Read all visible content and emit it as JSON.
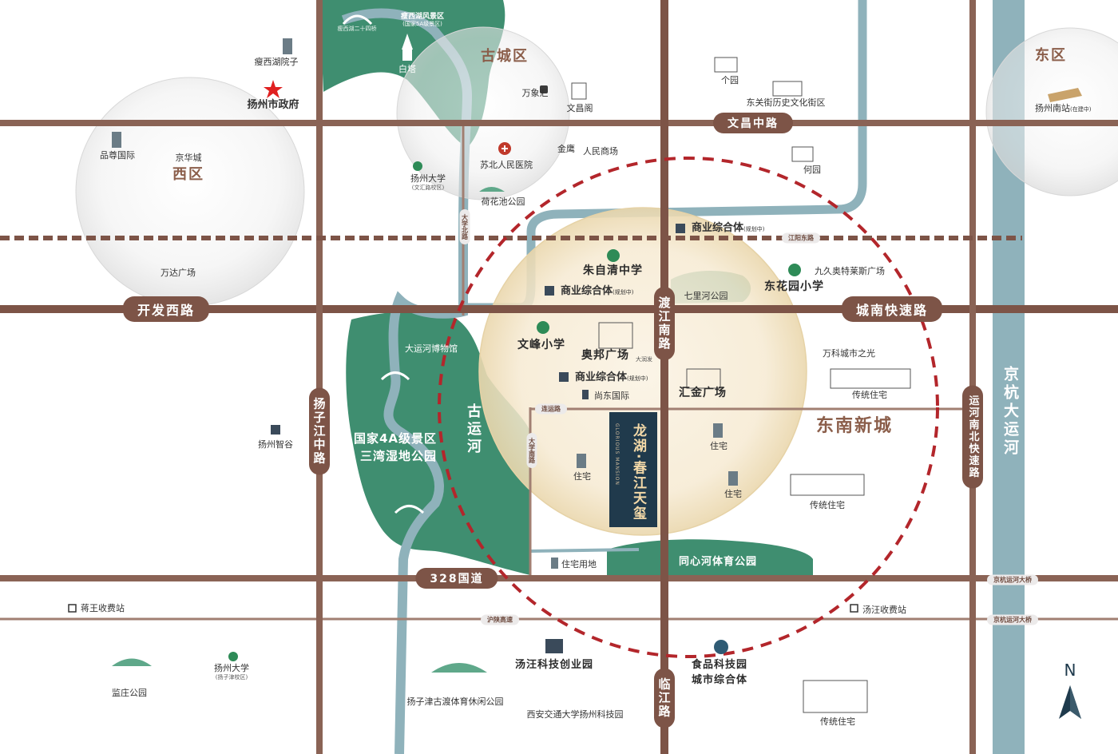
{
  "project": {
    "name": "龙湖·春江天玺",
    "en": "GLORIOUS MANSION"
  },
  "districts": {
    "west": "西区",
    "east": "东区",
    "old_city": "古城区",
    "southeast": "东南新城"
  },
  "roads": {
    "kaifa_west": "开发西路",
    "chengnan_express": "城南快速路",
    "dujiang_south": "渡江南路",
    "lin_jiang": "临江路",
    "yangzijiang_middle": "扬子江中路",
    "yunhe_nanbei": "运河南北快速路",
    "g328": "328国道",
    "wenchang_middle": "文昌中路",
    "jingyang_east": "江阳东路",
    "daxue_north": "大学北路",
    "daxue_south": "大学南路",
    "lian_yun": "连运路",
    "hushan_highway": "沪陕高速",
    "jinghang_bridge_1": "京杭运河大桥",
    "jinghang_bridge_2": "京杭运河大桥"
  },
  "water": {
    "grand_canal": "京杭大运河",
    "ancient_canal": "古运河"
  },
  "pois": {
    "shouxihu_scenic": "瘦西湖风景区",
    "shouxihu_scenic_sub": "(国家5A级景区)",
    "ershisiqiao": "瘦西湖二十四桥",
    "baita": "白塔",
    "shouxihu_yuanzi": "瘦西湖院子",
    "gov": "扬州市政府",
    "wanxianghui": "万象汇",
    "wenchangge": "文昌阁",
    "geyuan": "个园",
    "dongguanjie": "东关街历史文化街区",
    "yangzhou_south_station": "扬州南站",
    "yangzhou_south_station_sub": "(在建中)",
    "pinzun": "品尊国际",
    "jinghua": "京华城",
    "subei_hospital": "苏北人民医院",
    "jinying": "金鹰",
    "renmin_shangchang": "人民商场",
    "heyuan": "何园",
    "yzu_wenhui": "扬州大学",
    "yzu_wenhui_sub": "(文汇路校区)",
    "hehuachi": "荷花池公园",
    "wanda": "万达广场",
    "commercial_planned_1": "商业综合体",
    "commercial_planned_1_sub": "(规划中)",
    "zhuziqing": "朱自清中学",
    "commercial_planned_2": "商业综合体",
    "commercial_planned_2_sub": "(规划中)",
    "jiujiu_outlets": "九久奥特莱斯广场",
    "qilihe": "七里河公园",
    "donghuayuan": "东花园小学",
    "canal_museum": "大运河博物馆",
    "wenfeng": "文峰小学",
    "aobang": "奥邦广场",
    "aobang_sub": "大润发",
    "commercial_planned_3": "商业综合体",
    "commercial_planned_3_sub": "(规划中)",
    "shangdong": "尚东国际",
    "huijin": "汇金广场",
    "vanke": "万科城市之光",
    "traditional_res_1": "传统住宅",
    "yz_zhigu": "扬州智谷",
    "wetland_1": "国家4A级景区",
    "wetland_2": "三湾湿地公园",
    "residential_1": "住宅",
    "residential_2": "住宅",
    "residential_3": "住宅",
    "traditional_res_2": "传统住宅",
    "residential_land": "住宅用地",
    "tongxinhe": "同心河体育公园",
    "jiangwang_toll": "蒋王收费站",
    "tangwang_toll": "汤汪收费站",
    "yzu_yangzijin": "扬州大学",
    "yzu_yangzijin_sub": "(扬子津校区)",
    "jianzhuang": "监庄公园",
    "tangwang_science": "汤汪科技创业园",
    "food_science_1": "食品科技园",
    "food_science_2": "城市综合体",
    "yangzijin_park": "扬子津古渡体育休闲公园",
    "xjtu_park": "西安交通大学扬州科技园",
    "traditional_res_3": "传统住宅"
  },
  "compass": "N",
  "colors": {
    "road": "#8a6355",
    "road_dark": "#7d5447",
    "water": "#8fb2bb",
    "park": "#3f8e70",
    "ring": "#b3262b",
    "project_bg": "#203a4c",
    "district_text": "#8b5e4a"
  },
  "icons": [
    "building-icon",
    "school-icon",
    "hospital-icon",
    "shop-icon",
    "park-icon",
    "star-icon",
    "pagoda-icon",
    "bridge-icon",
    "toll-icon",
    "train-icon",
    "office-icon"
  ]
}
